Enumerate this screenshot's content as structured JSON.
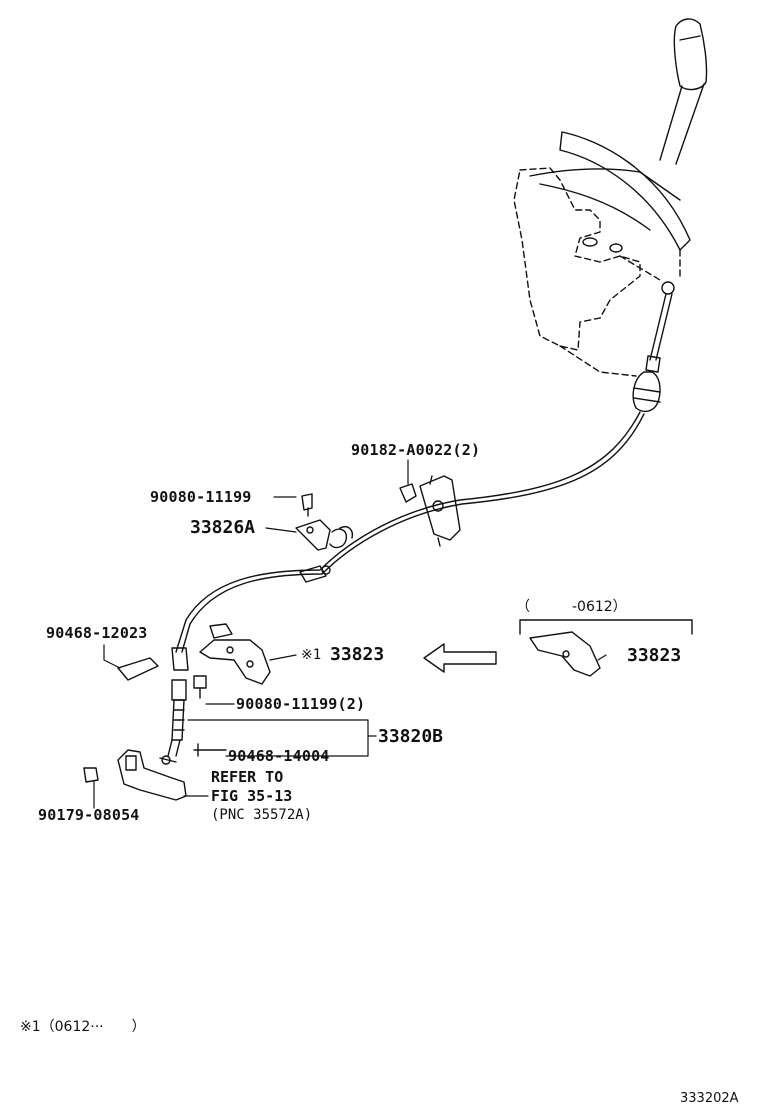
{
  "diagram": {
    "figure_id": "333202A",
    "footnote": "※1（0612···　　）",
    "inset_range": "（　　　-0612）",
    "refer": {
      "line1": "REFER TO",
      "line2": "FIG 35-13",
      "line3": "(PNC 35572A)"
    },
    "parts": {
      "p_90182": "90182-A0022(2)",
      "p_90080_top": "90080-11199",
      "p_33826a": "33826A",
      "p_90468_12023": "90468-12023",
      "p_33823_main_mark": "※1",
      "p_33823_main": "33823",
      "p_33823_inset": "33823",
      "p_90080_bottom": "90080-11199(2)",
      "p_33820b": "33820B",
      "p_90468_14004": "90468-14004",
      "p_90179": "90179-08054"
    },
    "colors": {
      "ink": "#111111",
      "background": "#ffffff"
    }
  }
}
